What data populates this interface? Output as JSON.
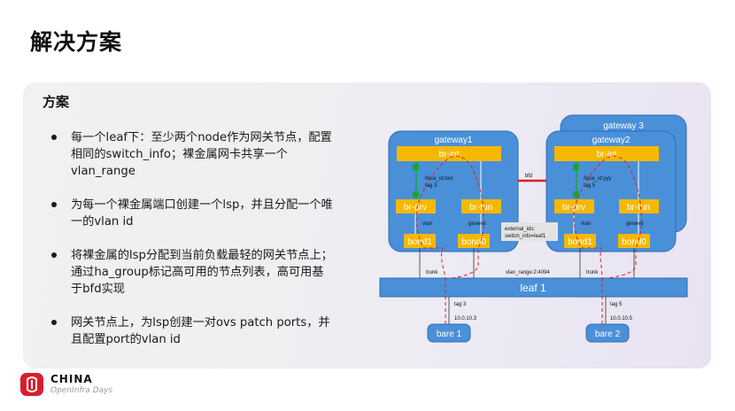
{
  "slide": {
    "title": "解决方案"
  },
  "panel": {
    "heading": "方案"
  },
  "bullets": [
    {
      "text": "每一个leaf下：至少两个node作为网关节点，配置相同的switch_info；裸金属网卡共享一个vlan_range"
    },
    {
      "text": "为每一个裸金属端口创建一个lsp，并且分配一个唯一的vlan id"
    },
    {
      "text": "将裸金属的lsp分配到当前负载最轻的网关节点上；通过ha_group标记高可用的节点列表，高可用基于bfd实现"
    },
    {
      "text": "网关节点上，为lsp创建一对ovs patch ports，并且配置port的vlan id"
    }
  ],
  "diagram": {
    "gateway1": {
      "title": "gateway1",
      "iface": "iface_id:xxx",
      "tag": "tag 3"
    },
    "gateway2": {
      "title": "gateway2",
      "iface": "iface_id:yyy",
      "tag": "tag 5"
    },
    "gateway3": {
      "title": "gateway 3"
    },
    "br_int": "br-int",
    "br_prv": "br-prv",
    "br_tun": "br-tun",
    "vlan": "vlan",
    "geneve": "geneve",
    "bond1": "bond1",
    "bond0": "bond0",
    "bfd": "bfd",
    "external_ids": "external_ids:",
    "switch_info": "switch_info=leaf1",
    "trunk": "trunk",
    "vlan_range": "vlan_range:2:4094",
    "leaf": "leaf 1",
    "bare1": {
      "label": "bare 1",
      "tag": "tag 3",
      "ip": "10.0.10.3"
    },
    "bare2": {
      "label": "bare 2",
      "tag": "tag 5",
      "ip": "10.0.10.5"
    },
    "colors": {
      "box": "#4a90d9",
      "yellow": "#f5b800",
      "red": "#d92020",
      "green": "#1aa33a"
    }
  },
  "footer": {
    "brand": "CHINA",
    "subtitle": "OpenInfra Days"
  }
}
